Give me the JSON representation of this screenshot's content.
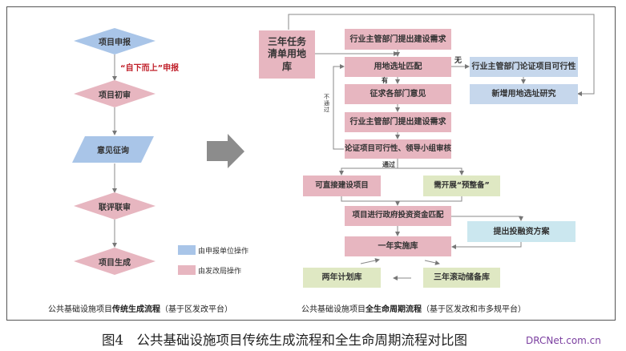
{
  "left": {
    "steps": [
      "项目申报",
      "项目初审",
      "意见征询",
      "联评联审",
      "项目生成"
    ],
    "annotation": "“自下而上”申报",
    "legend": [
      {
        "label": "由申报单位操作",
        "color": "#a9c5e8"
      },
      {
        "label": "由发改局操作",
        "color": "#e7b6c0"
      }
    ],
    "caption_pre": "公共基础设施项目",
    "caption_bold": "传统生成流程",
    "caption_post": "（基于区发改平台）"
  },
  "right": {
    "land_bank": "三年任务清单用地库",
    "demand1": "行业主管部门提出建设需求",
    "site_match": "用地选址匹配",
    "label_none": "无",
    "label_yes": "有",
    "label_fail": "不通过",
    "label_pass": "通过",
    "dept_opinion": "征求各部门意见",
    "demand2": "行业主管部门提出建设需求",
    "review": "论证项目可行性、领导小组审核",
    "feasibility": "行业主管部门论证项目可行性",
    "new_site": "新增用地选址研究",
    "direct": "可直接建设项目",
    "prep": "需开展“预整备”",
    "funding": "项目进行政府投资资金匹配",
    "financing": "提出投融资方案",
    "one_year": "一年实施库",
    "two_year": "两年计划库",
    "three_year": "三年滚动储备库",
    "caption_pre": "公共基础设施项目",
    "caption_bold": "全生命周期流程",
    "caption_post": "（基于区发改和市多规平台）"
  },
  "figure_caption": "图4　公共基础设施项目传统生成流程和全生命周期流程对比图",
  "watermark": "DRCNet.com.cn",
  "colors": {
    "pink": "#e7b6c0",
    "blue": "#a9c5e8",
    "green": "#dfe8c3",
    "cyan": "#cbe7ef",
    "red": "#c0202a"
  }
}
